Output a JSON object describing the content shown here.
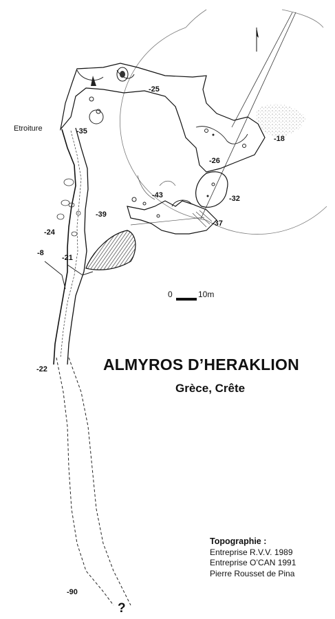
{
  "title": "ALMYROS D’HERAKLION",
  "subtitle": "Grèce, Crête",
  "credits": {
    "heading": "Topographie :",
    "lines": [
      "Entreprise R.V.V. 1989",
      "Entreprise O’CAN 1991",
      "Pierre Rousset de Pina"
    ]
  },
  "labels": {
    "etroiture": "Etroiture",
    "unknown": "?"
  },
  "scale": {
    "start": "0",
    "end": "10m"
  },
  "depths": {
    "d25": "-25",
    "d35": "-35",
    "d18": "-18",
    "d26": "-26",
    "d43": "-43",
    "d32": "-32",
    "d39": "-39",
    "d37": "-37",
    "d24": "-24",
    "d8": "-8",
    "d21": "-21",
    "d22": "-22",
    "d90": "-90"
  },
  "colors": {
    "ink": "#111111",
    "paper": "#ffffff"
  }
}
